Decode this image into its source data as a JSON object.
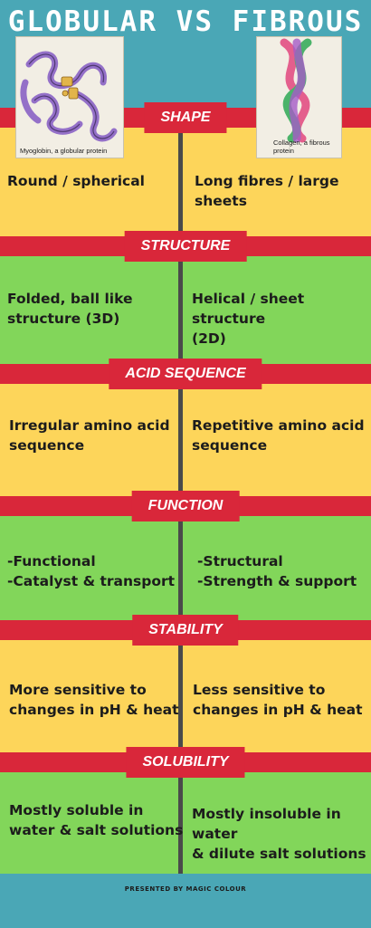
{
  "title": "GLOBULAR VS FIBROUS",
  "images": {
    "left_caption": "Myoglobin, a globular protein",
    "right_caption": "Collagen, a fibrous protein"
  },
  "colors": {
    "teal": "#4aa7b6",
    "red": "#d9273a",
    "yellow": "#fdd55a",
    "green": "#82d65a",
    "divider": "#4a4a4a"
  },
  "rows": [
    {
      "heading": "SHAPE",
      "globular": "Round / spherical",
      "fibrous": "Long fibres / large\nsheets"
    },
    {
      "heading": "STRUCTURE",
      "globular": "Folded, ball like\nstructure (3D)",
      "fibrous": "Helical / sheet structure\n(2D)"
    },
    {
      "heading": "ACID SEQUENCE",
      "globular": "Irregular amino acid\nsequence",
      "fibrous": "Repetitive amino acid\nsequence"
    },
    {
      "heading": "FUNCTION",
      "globular": "-Functional\n-Catalyst & transport",
      "fibrous": "-Structural\n-Strength & support"
    },
    {
      "heading": "STABILITY",
      "globular": "More sensitive to\nchanges in pH & heat",
      "fibrous": "Less sensitive to\nchanges in pH & heat"
    },
    {
      "heading": "SOLUBILITY",
      "globular": "Mostly soluble in\nwater & salt solutions",
      "fibrous": "Mostly insoluble in water\n& dilute salt solutions"
    }
  ],
  "footer": "PRESENTED BY MAGIC COLOUR"
}
